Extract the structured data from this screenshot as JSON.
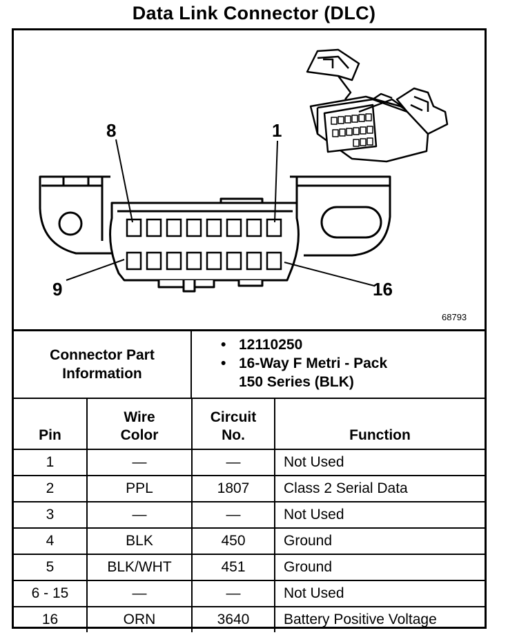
{
  "title": "Data Link Connector (DLC)",
  "diagram": {
    "pin_labels": {
      "top_left": "8",
      "top_right": "1",
      "bottom_left": "9",
      "bottom_right": "16"
    },
    "part_number": "68793"
  },
  "connector_info": {
    "label_line1": "Connector Part",
    "label_line2": "Information",
    "item1": "12110250",
    "item2_line1": "16-Way F Metri - Pack",
    "item2_line2": "150 Series (BLK)"
  },
  "table": {
    "headers": {
      "pin": "Pin",
      "wire_line1": "Wire",
      "wire_line2": "Color",
      "circuit_line1": "Circuit",
      "circuit_line2": "No.",
      "function": "Function"
    },
    "rows": [
      {
        "pin": "1",
        "wire": "—",
        "circuit": "—",
        "function": "Not Used"
      },
      {
        "pin": "2",
        "wire": "PPL",
        "circuit": "1807",
        "function": "Class 2 Serial Data"
      },
      {
        "pin": "3",
        "wire": "—",
        "circuit": "—",
        "function": "Not Used"
      },
      {
        "pin": "4",
        "wire": "BLK",
        "circuit": "450",
        "function": "Ground"
      },
      {
        "pin": "5",
        "wire": "BLK/WHT",
        "circuit": "451",
        "function": "Ground"
      },
      {
        "pin": "6 - 15",
        "wire": "—",
        "circuit": "—",
        "function": "Not Used"
      },
      {
        "pin": "16",
        "wire": "ORN",
        "circuit": "3640",
        "function": "Battery Positive Voltage"
      }
    ]
  }
}
